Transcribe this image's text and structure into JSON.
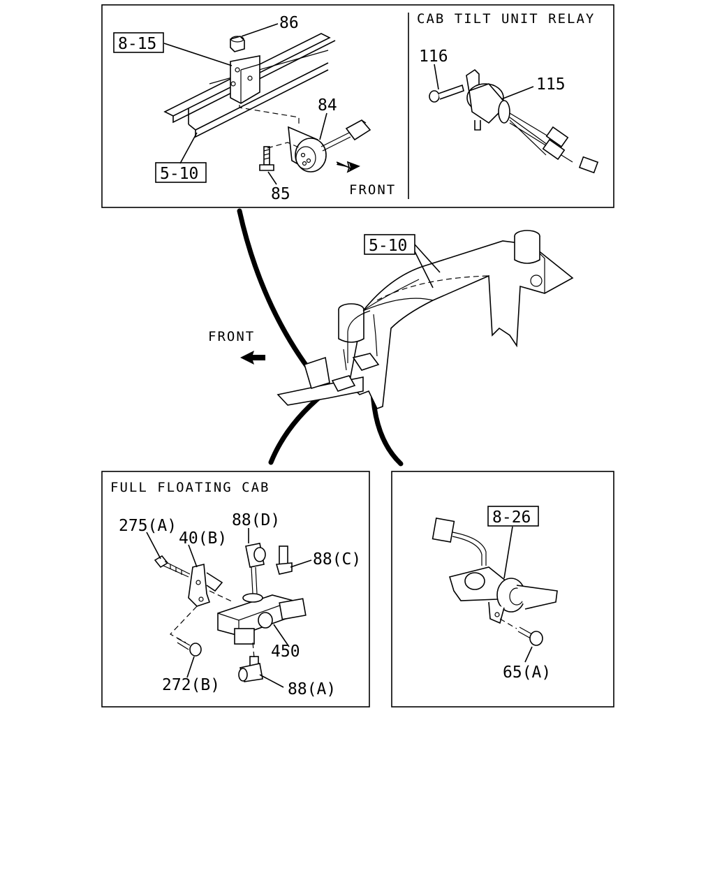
{
  "panels": {
    "top_left": {
      "labels": [
        "8-15",
        "86",
        "84",
        "5-10",
        "85"
      ],
      "front": "FRONT"
    },
    "top_right": {
      "title": "CAB TILT UNIT RELAY",
      "labels": [
        "116",
        "115"
      ]
    },
    "middle": {
      "label": "5-10",
      "front": "FRONT"
    },
    "bottom_left": {
      "title": "FULL FLOATING CAB",
      "labels": [
        "275(A)",
        "40(B)",
        "88(D)",
        "88(C)",
        "450",
        "272(B)",
        "88(A)"
      ]
    },
    "bottom_right": {
      "labels": [
        "8-26",
        "65(A)"
      ]
    }
  }
}
